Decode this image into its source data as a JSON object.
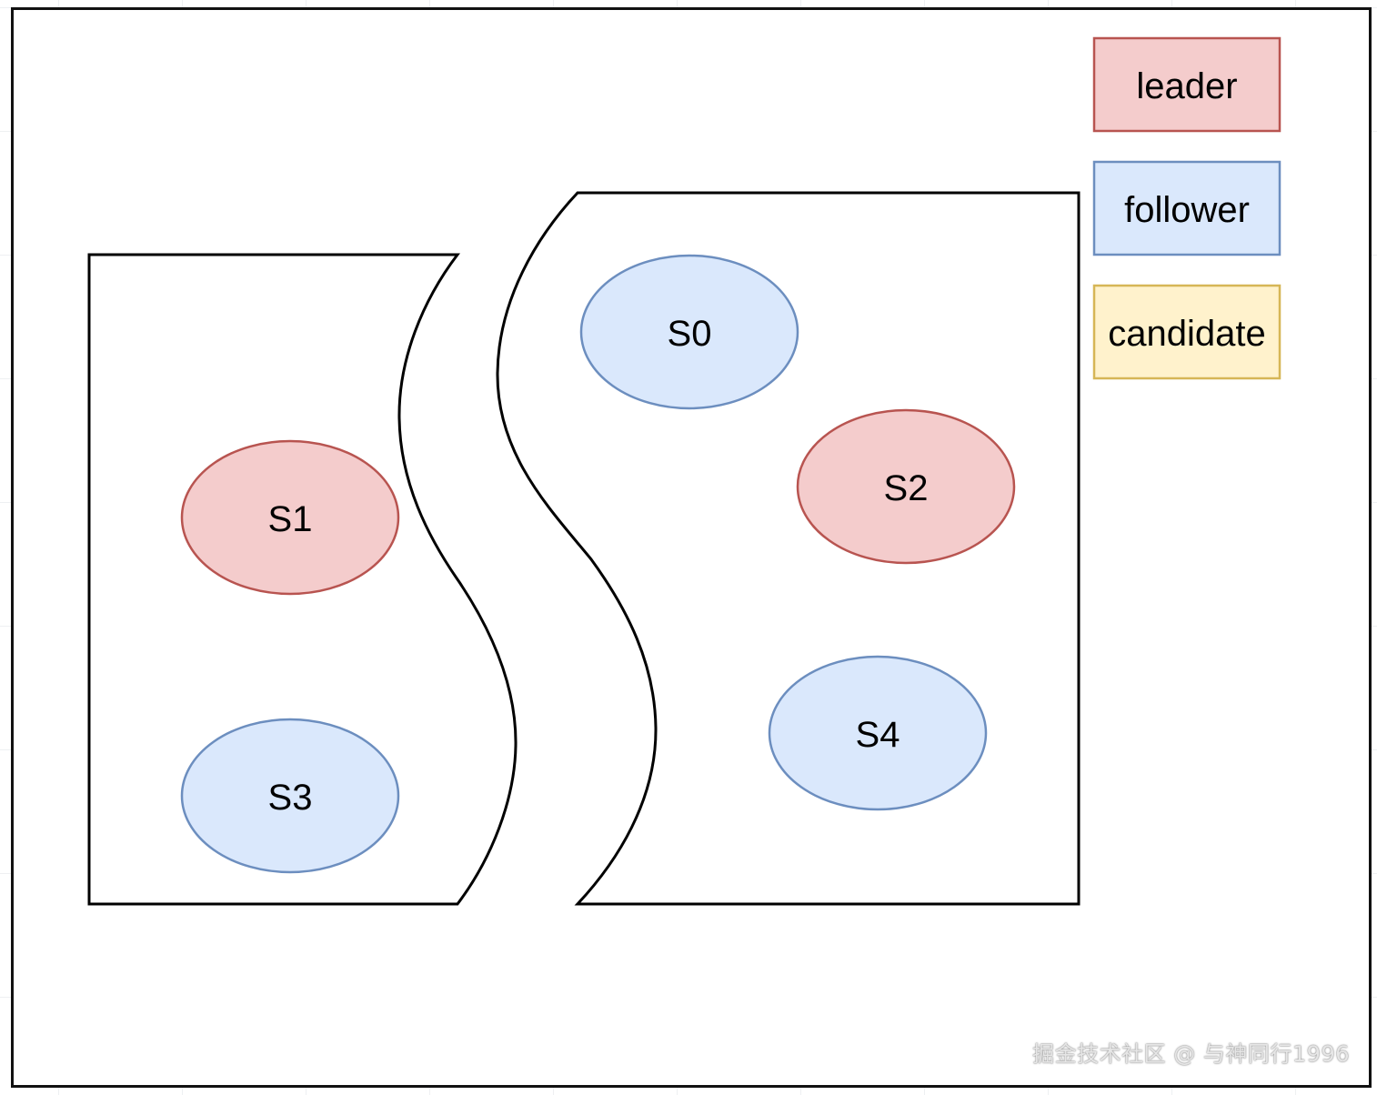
{
  "legend": {
    "items": [
      {
        "label": "leader",
        "fill": "#f4cccc",
        "stroke": "#b85450"
      },
      {
        "label": "follower",
        "fill": "#dae8fc",
        "stroke": "#6c8ebf"
      },
      {
        "label": "candidate",
        "fill": "#fff2cc",
        "stroke": "#d6b656"
      }
    ]
  },
  "partitions": [
    {
      "nodes": [
        "S1",
        "S3"
      ]
    },
    {
      "nodes": [
        "S0",
        "S2",
        "S4"
      ]
    }
  ],
  "nodes": {
    "S0": {
      "label": "S0",
      "role": "follower"
    },
    "S1": {
      "label": "S1",
      "role": "leader"
    },
    "S2": {
      "label": "S2",
      "role": "leader"
    },
    "S3": {
      "label": "S3",
      "role": "follower"
    },
    "S4": {
      "label": "S4",
      "role": "follower"
    }
  },
  "colors": {
    "leader_fill": "#f4cccc",
    "leader_stroke": "#b85450",
    "follower_fill": "#dae8fc",
    "follower_stroke": "#6c8ebf",
    "candidate_fill": "#fff2cc",
    "candidate_stroke": "#d6b656",
    "outline": "#000000"
  },
  "watermark": "掘金技术社区 @ 与神同行1996"
}
